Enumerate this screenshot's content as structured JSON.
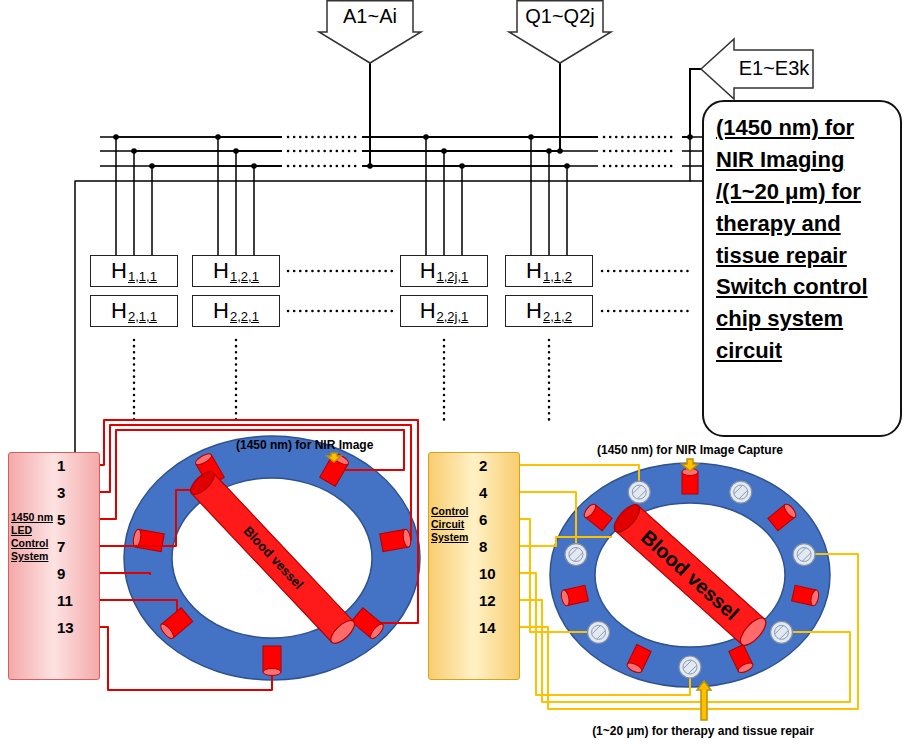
{
  "diagram": {
    "nodes": [
      {
        "text": [
          "A1~Ai"
        ]
      },
      {
        "text": [
          "Q1~Q2j"
        ]
      },
      {
        "text": [
          "E1~E3k"
        ]
      },
      {
        "text": [
          "(1450 nm) for NIR Imaging /(1~20 μm) for therapy and tissue repair Switch control chip system circuit"
        ]
      },
      {
        "text": [
          "H",
          "1,1,1"
        ]
      },
      {
        "text": [
          "H",
          "1,2,1"
        ]
      },
      {
        "text": [
          "H",
          "1,2j,1"
        ]
      },
      {
        "text": [
          "H",
          "1,1,2"
        ]
      },
      {
        "text": [
          "H",
          "2,1,1"
        ]
      },
      {
        "text": [
          "H",
          "2,2,1"
        ]
      },
      {
        "text": [
          "H",
          "2,2j,1"
        ]
      },
      {
        "text": [
          "H",
          "2,1,2"
        ]
      },
      {
        "text": [
          "1",
          "3",
          "5",
          "7",
          "9",
          "11",
          "13",
          "1450 nm LED Control System"
        ]
      },
      {
        "text": [
          "Blood vessel"
        ]
      },
      {
        "text": [
          "2",
          "4",
          "6",
          "8",
          "10",
          "12",
          "14",
          "Control Circuit System"
        ]
      },
      {
        "text": [
          "Blood vessel"
        ]
      }
    ],
    "edges": [
      {
        "from": 0,
        "to": 4,
        "arrow": "none"
      },
      {
        "from": 0,
        "to": 5,
        "arrow": "none"
      },
      {
        "from": 0,
        "to": 6,
        "arrow": "none"
      },
      {
        "from": 0,
        "to": 7,
        "arrow": "none"
      },
      {
        "from": 1,
        "to": 4,
        "arrow": "none"
      },
      {
        "from": 1,
        "to": 5,
        "arrow": "none"
      },
      {
        "from": 1,
        "to": 6,
        "arrow": "none"
      },
      {
        "from": 1,
        "to": 7,
        "arrow": "none"
      },
      {
        "from": 2,
        "to": 4,
        "arrow": "none"
      },
      {
        "from": 2,
        "to": 5,
        "arrow": "none"
      },
      {
        "from": 2,
        "to": 6,
        "arrow": "none"
      },
      {
        "from": 2,
        "to": 7,
        "arrow": "none"
      },
      {
        "from": 2,
        "to": 12,
        "arrow": "none"
      },
      {
        "from": 12,
        "to": 13,
        "arrow": "none"
      },
      {
        "from": 14,
        "to": 15,
        "arrow": "none"
      }
    ],
    "labels": [
      "(1450 nm) for NIR Image",
      "(1450 nm) for NIR Image Capture",
      "(1~20 μm) for therapy and tissue repair"
    ]
  }
}
